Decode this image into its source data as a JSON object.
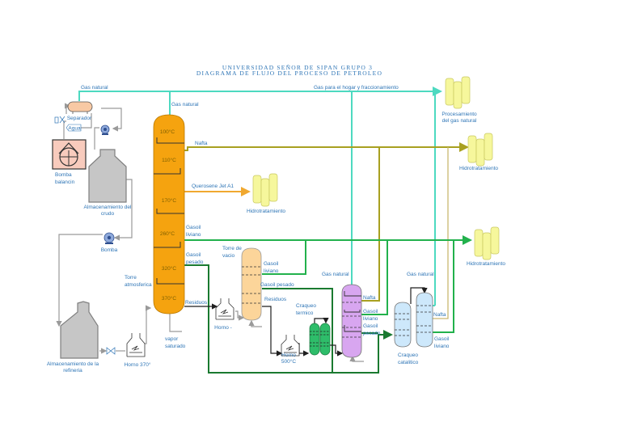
{
  "title": {
    "line1": "UNIVERSIDAD SEÑOR DE SIPAN GRUPO 3",
    "line2": "DIAGRAMA DE FLUJO DEL PROCESO DE PETROLEO"
  },
  "colors": {
    "gas": "#4dd9c0",
    "nafta": "#a8a020",
    "kerosene": "#f0a830",
    "gasoil_liviano": "#22b14c",
    "gasoil_pesado": "#1a7a30",
    "residuos": "#1f1f1f",
    "crude": "#9a9a9a",
    "tower": "#f5a30f",
    "vacuum": "#fcd59a",
    "thermal": "#2ebd6a",
    "reformer": "#d8a6f0",
    "catalytic": "#cde8fb",
    "tank_yellow": "#f6f79c",
    "label": "#2e75b6"
  },
  "left": {
    "gas_natural": "Gas natural",
    "separador": "Separador",
    "agua": "Agua",
    "bomba_balancin": [
      "Bomba",
      "balancin"
    ],
    "almacenamiento_crudo": [
      "Almacenamiento del",
      "crudo"
    ],
    "bomba": "Bomba",
    "almacenamiento_refineria": [
      "Almacenamiento de la",
      "refineria"
    ],
    "horno": "Horno 370°",
    "vapor": [
      "vapor",
      "saturado"
    ],
    "torre_atm": [
      "Torre",
      "atmosferica"
    ]
  },
  "tower": {
    "gas_natural": "Gas natural",
    "temps": [
      "100°C",
      "110°C",
      "170°C",
      "260°C",
      "320°C",
      "370°C"
    ]
  },
  "streams": {
    "gas_hogar": "Gas para el hogar y fraccionamiento",
    "nafta": "Nafta",
    "querosene": "Querosene Jet A1",
    "gasoil_liviano": [
      "Gasoil",
      "liviano"
    ],
    "gasoil_pesado": [
      "Gasoil",
      "pesado"
    ],
    "residuos": "Residuos"
  },
  "units": {
    "hidro1": "Hidrotratamiento",
    "procesamiento": [
      "Procesamiento",
      "del gas natural"
    ],
    "hidro2": "Hidrotratamiento",
    "hidro3": "Hidrotratamiento",
    "torre_vacio": [
      "Torre de",
      "vacio"
    ],
    "vac_gasoil_liviano": [
      "Gasoil",
      "liviano"
    ],
    "vac_gasoil_pesado": "Gasoil pesado",
    "vac_residuos": "Residuos",
    "horno_vac": "Horno -",
    "craqueo_termico": [
      "Craqueo",
      "termico"
    ],
    "horno500": [
      "Horno",
      "500°C"
    ],
    "reformer_gas": "Gas natural",
    "reformer_nafta": "Nafta",
    "reformer_gl": [
      "Gasoil",
      "liviano"
    ],
    "reformer_gp": [
      "Gasoil",
      "pesado"
    ],
    "cat_gas": "Gas natural",
    "cat_nafta": "Nafta",
    "cat_gl": [
      "Gasoil",
      "liviano"
    ],
    "craqueo_catalitico": [
      "Craqueo",
      "catalitico"
    ]
  }
}
